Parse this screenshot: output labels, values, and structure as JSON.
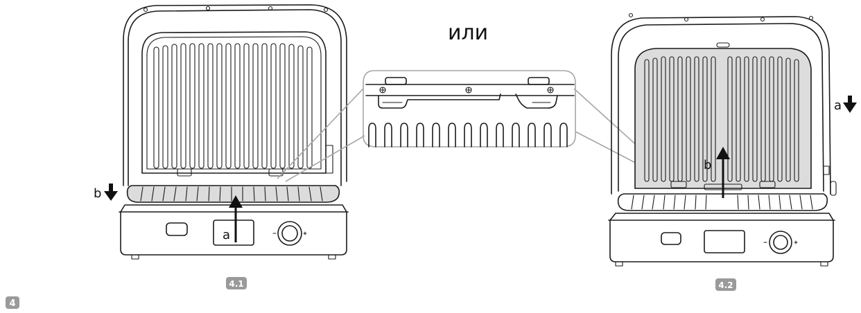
{
  "figure": {
    "number": "4",
    "or_text": "или",
    "left": {
      "caption": "4.1",
      "label_a": "a",
      "label_b": "b"
    },
    "right": {
      "caption": "4.2",
      "label_a": "a",
      "label_b": "b"
    }
  },
  "colors": {
    "line": "#1a1a1a",
    "plate_fill": "#dcdcdc",
    "badge": "#9a9a9a",
    "callout": "#a6a6a6"
  },
  "icons": [
    "arrow-down-icon",
    "arrow-up-icon",
    "control-dial-icon",
    "display-screen-icon",
    "power-button-icon"
  ]
}
